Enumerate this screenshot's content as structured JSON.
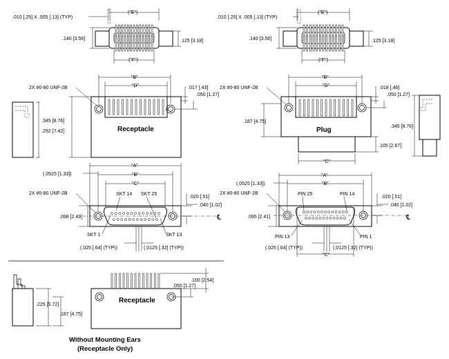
{
  "top_left": {
    "pin_size": ".010 [.25] X .005 [.13] (TYP)",
    "dim_e": "(\"E\")",
    "dim_f": "(\"F\")",
    "dim_h1": ".140 [3.56]",
    "dim_h2": ".125 [3.18]"
  },
  "top_right": {
    "pin_size": ".010 [.25] X .005 [.13] (TYP)",
    "dim_e": "(\"E\")",
    "dim_f": "(\"F\")",
    "dim_h1": ".140 [3.56]",
    "dim_h2": ".125 [3.18]"
  },
  "receptacle_front": {
    "label": "Receptacle",
    "thread": "2X #0-80 UNF-2B",
    "dim_b": "\"B\"",
    "dim_d": "\"D\"",
    "dim_017": ".017 [.43]",
    "dim_050": ".050 [1.27]",
    "dim_345": ".345 [8.76]",
    "dim_292": ".292 [7.42]"
  },
  "plug_front": {
    "label": "Plug",
    "thread": "2X #0-80 UNF-2B",
    "dim_b": "\"B\"",
    "dim_d": "\"D\"",
    "dim_c": "\"C\"",
    "dim_018": ".018 [.46]",
    "dim_050": ".050 [1.27]",
    "dim_187": ".187 [4.75]",
    "dim_345": ".345 [8.76]",
    "dim_105": ".105 [2.67]"
  },
  "receptacle_face": {
    "dim_a": "\"A\"",
    "dim_b": "\"B\"",
    "dim_c": "\"C\"",
    "dim_0525": "(.0525 [1.33])",
    "thread": "2X #0-80 UNF-2B",
    "skt14": "SKT 14",
    "skt25": "SKT 25",
    "skt1": "SKT 1",
    "skt13": "SKT 13",
    "dim_020": ".020 [.51]",
    "dim_040": ".040 [1.02]",
    "dim_098": ".098 [2.49]",
    "dim_025": "(.025 [.64] (TYP))",
    "dim_0125": "(.0125 [.32] (TYP))",
    "cl": "℄"
  },
  "plug_face": {
    "dim_a": "\"A\"",
    "dim_b": "\"B\"",
    "dim_c": "\"C\"",
    "dim_0525": "(.0525 [1.33])",
    "thread": "2X #0-80 UNF-2B",
    "pin25": "PIN 25",
    "pin14": "PIN 14",
    "pin13": "PIN 13",
    "pin1": "PIN 1",
    "dim_020": ".020 [.51]",
    "dim_040": ".040 [1.02]",
    "dim_095": ".095 [2.41]",
    "dim_025": "(.025 [.64] (TYP))",
    "dim_0125": "(.0125 [.32] (TYP))",
    "cl": "℄"
  },
  "no_ears": {
    "label": "Receptacle",
    "dim_100": ".100 [2.54]",
    "dim_050": ".050 [1.27]",
    "dim_225": ".225 [5.72]",
    "dim_187": ".187 [4.75]",
    "caption_line1": "Without Mounting Ears",
    "caption_line2": "(Receptacle Only)"
  }
}
